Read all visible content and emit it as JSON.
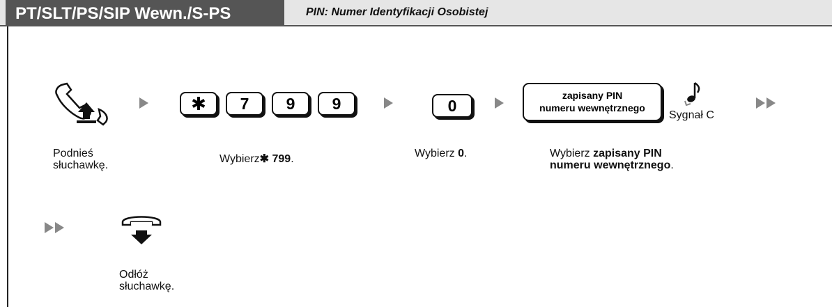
{
  "header": {
    "title": "PT/SLT/PS/SIP Wewn./S-PS",
    "subtitle": "PIN: Numer Identyfikacji Osobistej"
  },
  "steps": {
    "lift": {
      "caption_line1": "Podnieś",
      "caption_line2": "słuchawkę."
    },
    "dial_code": {
      "keys": [
        "✱",
        "7",
        "9",
        "9"
      ],
      "caption_prefix": "Wybierz",
      "caption_symbol": "✱",
      "caption_code": " 799",
      "caption_suffix": "."
    },
    "dial_zero": {
      "key": "0",
      "caption_prefix": "Wybierz ",
      "caption_code": "0",
      "caption_suffix": "."
    },
    "pin": {
      "box_line1": "zapisany PIN",
      "box_line2": "numeru wewnętrznego",
      "signal": "Sygnał C",
      "caption_prefix": "Wybierz ",
      "caption_bold_line1": "zapisany PIN",
      "caption_bold_line2": "numeru wewnętrznego",
      "caption_suffix": "."
    },
    "hang_up": {
      "caption_line1": "Odłóż",
      "caption_line2": "słuchawkę."
    }
  },
  "colors": {
    "header_bg": "#555555",
    "header_bar": "#e6e6e6",
    "arrow": "#888888"
  }
}
